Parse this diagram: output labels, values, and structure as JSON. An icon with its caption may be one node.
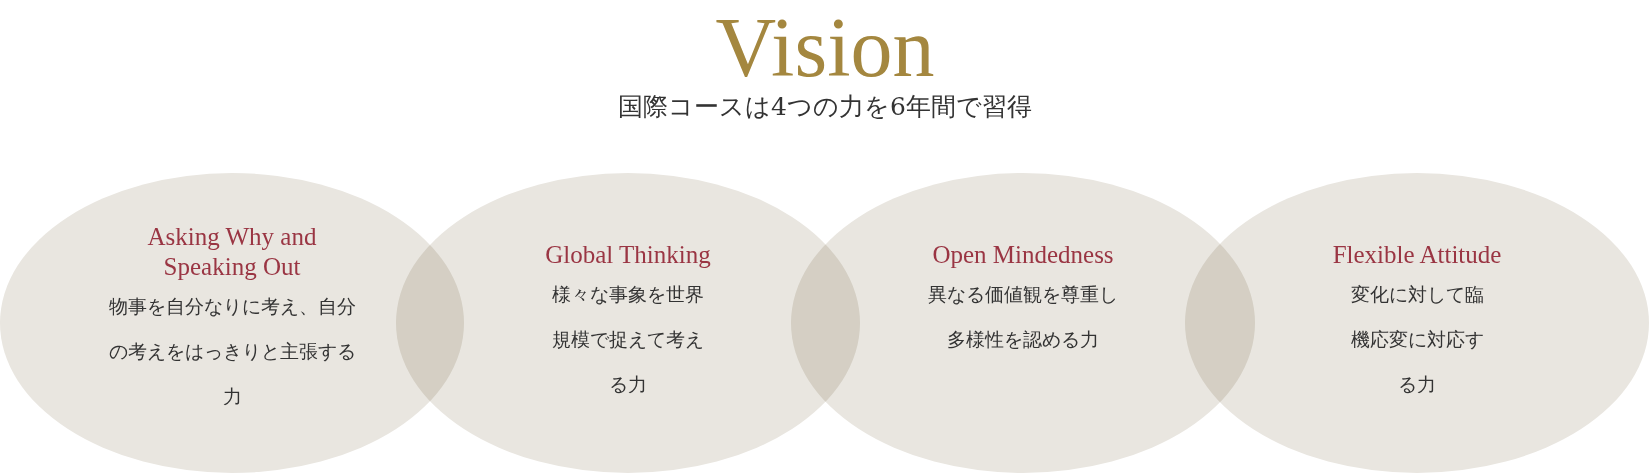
{
  "diagram": {
    "title": "Vision",
    "caption": "国際コースは4つの力を6年間で習得",
    "nodes": [
      {
        "text": [
          "Asking Why and Speaking Out",
          "物事を自分なりに考え、自分の考えをはっきりと主張する力"
        ]
      },
      {
        "text": [
          "Global Thinking",
          "様々な事象を世界規模で捉えて考える力"
        ]
      },
      {
        "text": [
          "Open Mindedness",
          "異なる価値観を尊重し多様性を認める力"
        ]
      },
      {
        "text": [
          "Flexible Attitude",
          "変化に対して臨機応変に対応する力"
        ]
      }
    ]
  }
}
